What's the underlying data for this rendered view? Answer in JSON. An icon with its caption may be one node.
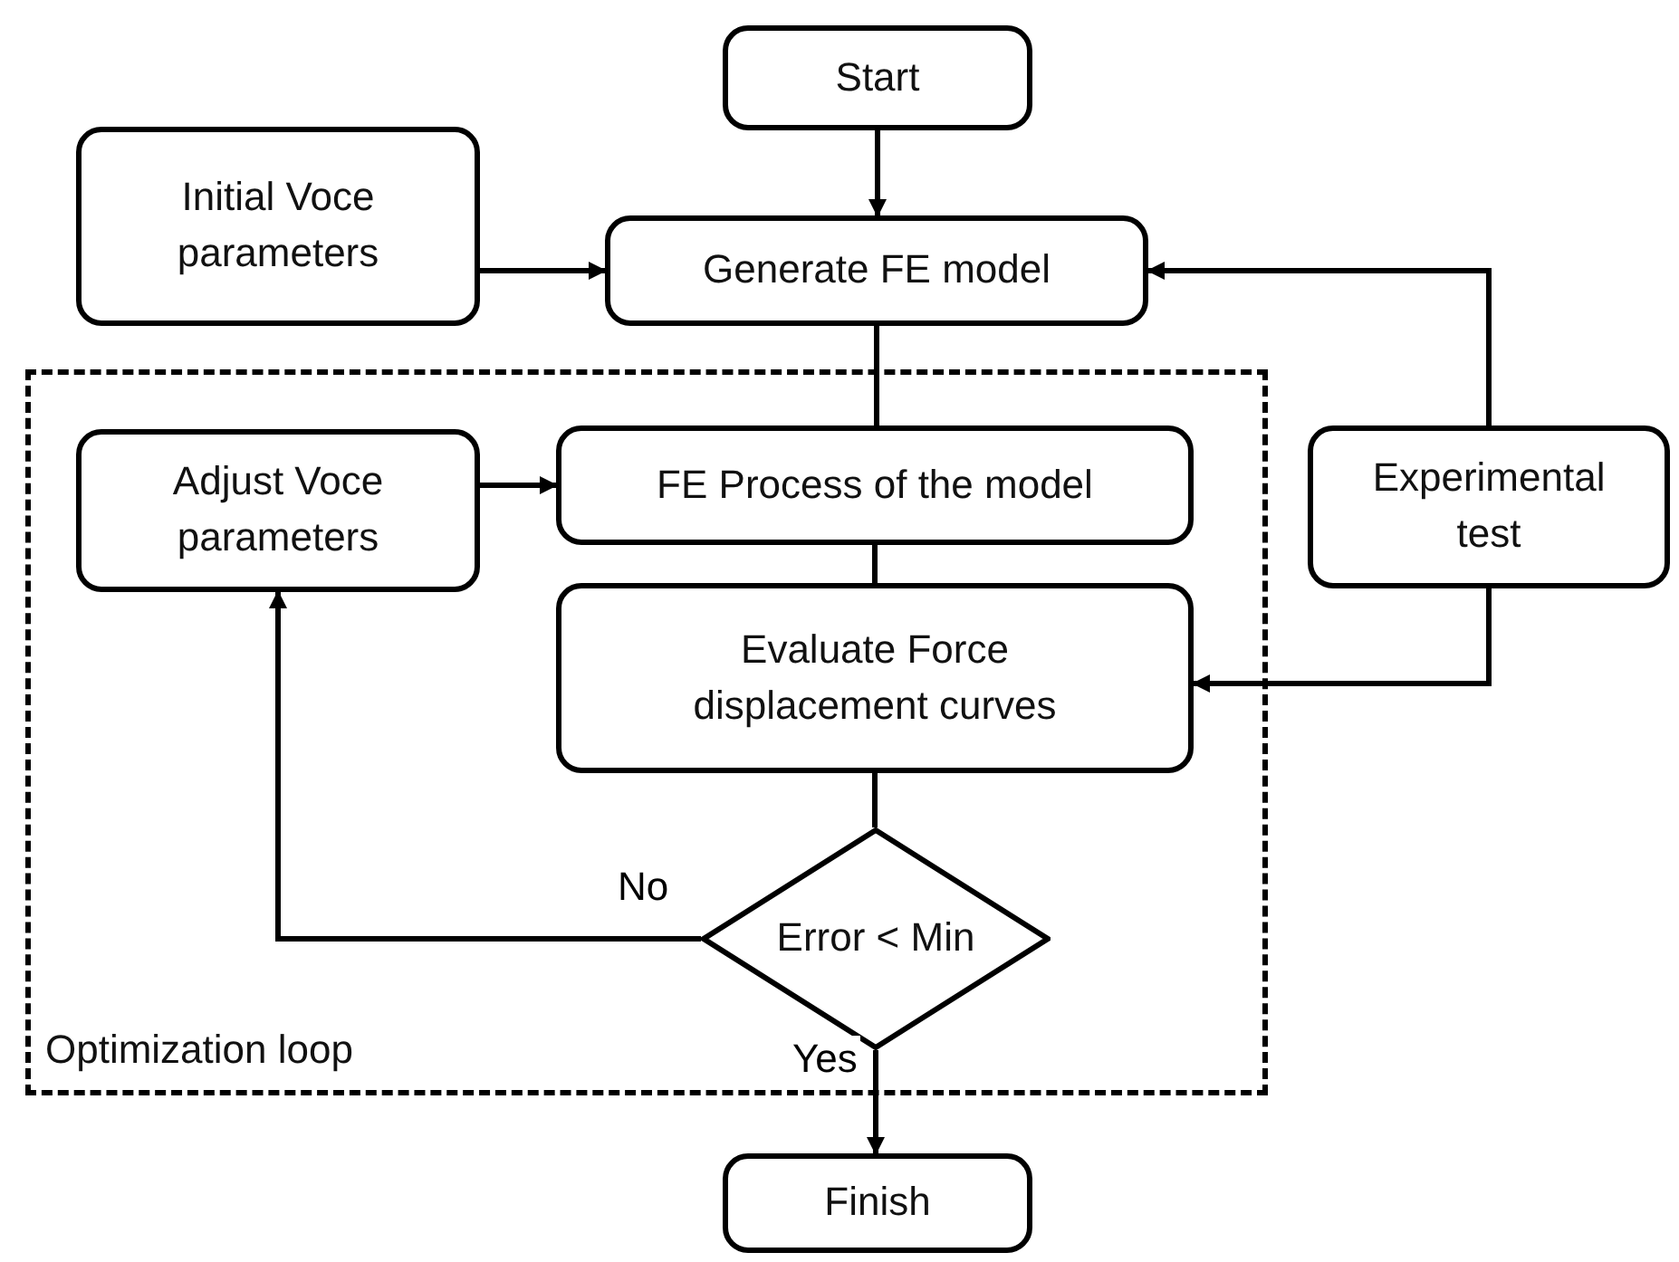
{
  "diagram": {
    "nodes": [
      {
        "text": [
          "Start"
        ]
      },
      {
        "text": [
          "Initial Voce parameters"
        ]
      },
      {
        "text": [
          "Generate FE model"
        ]
      },
      {
        "text": [
          "Experimental test"
        ]
      },
      {
        "text": [
          "Optimization loop"
        ]
      },
      {
        "text": [
          "Adjust Voce parameters"
        ],
        "in": 4
      },
      {
        "text": [
          "FE Process of the model"
        ],
        "in": 4
      },
      {
        "text": [
          "Evaluate Force displacement curves"
        ],
        "in": 4
      },
      {
        "text": [
          "Error < Min"
        ],
        "in": 4
      },
      {
        "text": [
          "Finish"
        ]
      }
    ],
    "edges": [
      {
        "from": 0,
        "to": 2,
        "arrow": "to"
      },
      {
        "from": 1,
        "to": 2,
        "arrow": "to"
      },
      {
        "from": 3,
        "to": 2,
        "arrow": "to"
      },
      {
        "from": 3,
        "to": 7,
        "arrow": "to"
      },
      {
        "from": 2,
        "to": 6,
        "arrow": "none"
      },
      {
        "from": 6,
        "to": 7,
        "arrow": "none"
      },
      {
        "from": 7,
        "to": 8,
        "arrow": "none"
      },
      {
        "from": 8,
        "to": 5,
        "arrow": "to",
        "label": "No"
      },
      {
        "from": 5,
        "to": 6,
        "arrow": "to"
      },
      {
        "from": 8,
        "to": 9,
        "arrow": "to",
        "label": "Yes"
      }
    ]
  }
}
